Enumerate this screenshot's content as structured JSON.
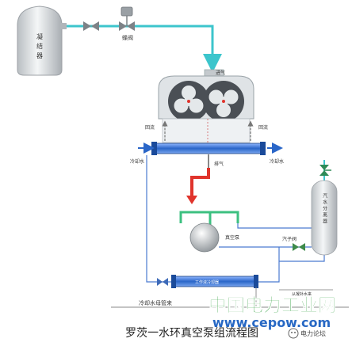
{
  "caption": "罗茨一水环真空泵组流程图",
  "labels": {
    "condenser": "凝结器",
    "butterfly_valve": "蝶阀",
    "intake": "进气",
    "return_left": "回流",
    "return_right": "回流",
    "cooling_water_left": "冷却水",
    "cooling_water_right": "冷却水",
    "exhaust": "排气",
    "vacuum_pump": "真空泵",
    "separator": "汽水分离器",
    "valve_right": "汽子阀",
    "working_cooler": "工作液冷却器",
    "makeup_water": "从凝补水来",
    "cooling_main": "冷却水母管来"
  },
  "watermark": {
    "site_name": "中国电力工业网",
    "url": "www.cepow.com",
    "logo_text": "电力论坛"
  },
  "colors": {
    "pipe": "#3cc5cc",
    "exchanger": "#2a66c8",
    "exhaust_arrow": "#e0342c",
    "watermark_green": "#2f9e3c",
    "watermark_blue": "#2768c4"
  }
}
